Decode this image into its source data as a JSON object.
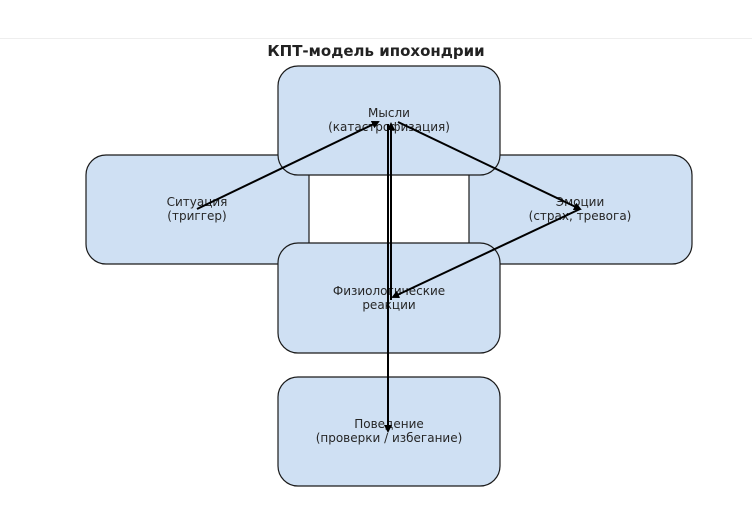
{
  "title": "КПТ-модель ипохондрии",
  "colors": {
    "node_fill": "#cfe0f3",
    "node_stroke": "#1a1a1a",
    "arrow": "#000000"
  },
  "nodes": {
    "thoughts": {
      "line1": "Мысли",
      "line2": "(катастрофизация)"
    },
    "situation": {
      "line1": "Ситуация",
      "line2": "(триггер)"
    },
    "emotions": {
      "line1": "Эмоции",
      "line2": "(страх, тревога)"
    },
    "physiology": {
      "line1": "Физиологические",
      "line2": "реакции"
    },
    "behavior": {
      "line1": "Поведение",
      "line2": "(проверки / избегание)"
    }
  },
  "edges": [
    {
      "from": "situation",
      "to": "thoughts"
    },
    {
      "from": "thoughts",
      "to": "emotions"
    },
    {
      "from": "emotions",
      "to": "physiology"
    },
    {
      "from": "physiology",
      "to": "thoughts"
    },
    {
      "from": "thoughts",
      "to": "behavior"
    }
  ]
}
